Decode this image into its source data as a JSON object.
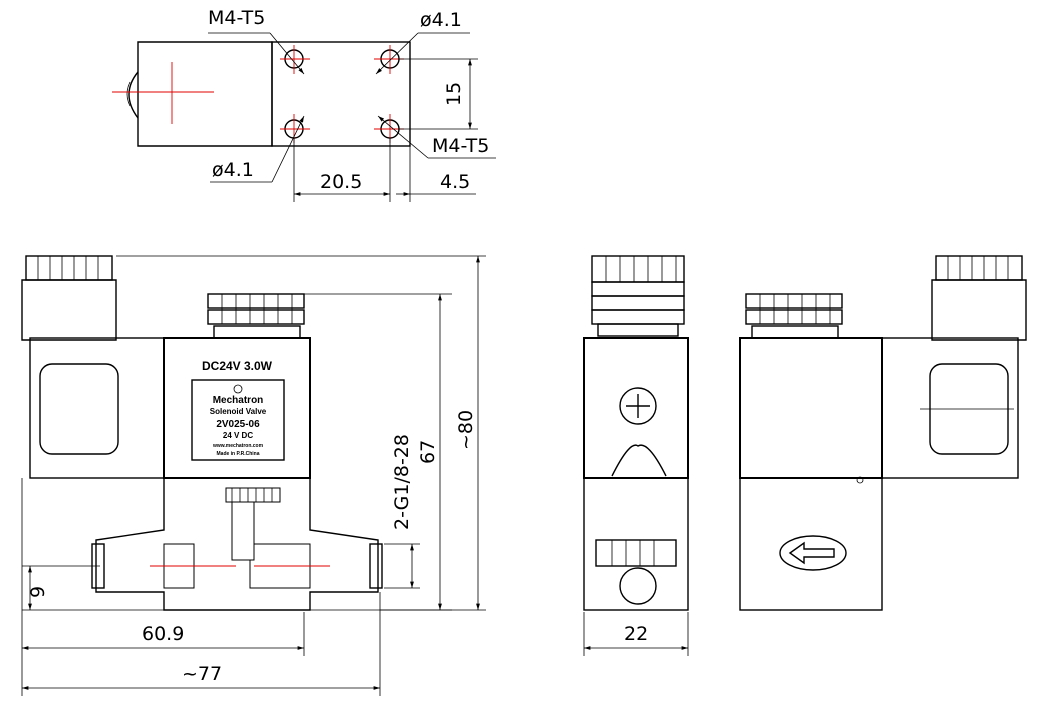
{
  "top_view": {
    "callout_thread_top": "M4-T5",
    "callout_hole_top": "ø4.1",
    "callout_hole_bottom": "ø4.1",
    "callout_thread_bottom": "M4-T5",
    "dim_height": "15",
    "dim_spacing": "20.5",
    "dim_offset": "4.5"
  },
  "front_view": {
    "coil_voltage": "DC24V 3.0W",
    "nameplate": {
      "brand": "Mechatron",
      "product": "Solenoid Valve",
      "model": "2V025-06",
      "voltage": "24 V DC",
      "website": "www.mechatron.com",
      "origin": "Made in P.R.China"
    },
    "dim_port": "2-G1/8-28",
    "dim_67": "67",
    "dim_80": "~80",
    "dim_9": "9",
    "dim_60_9": "60.9",
    "dim_77": "~77"
  },
  "side_view": {
    "dim_width": "22"
  }
}
